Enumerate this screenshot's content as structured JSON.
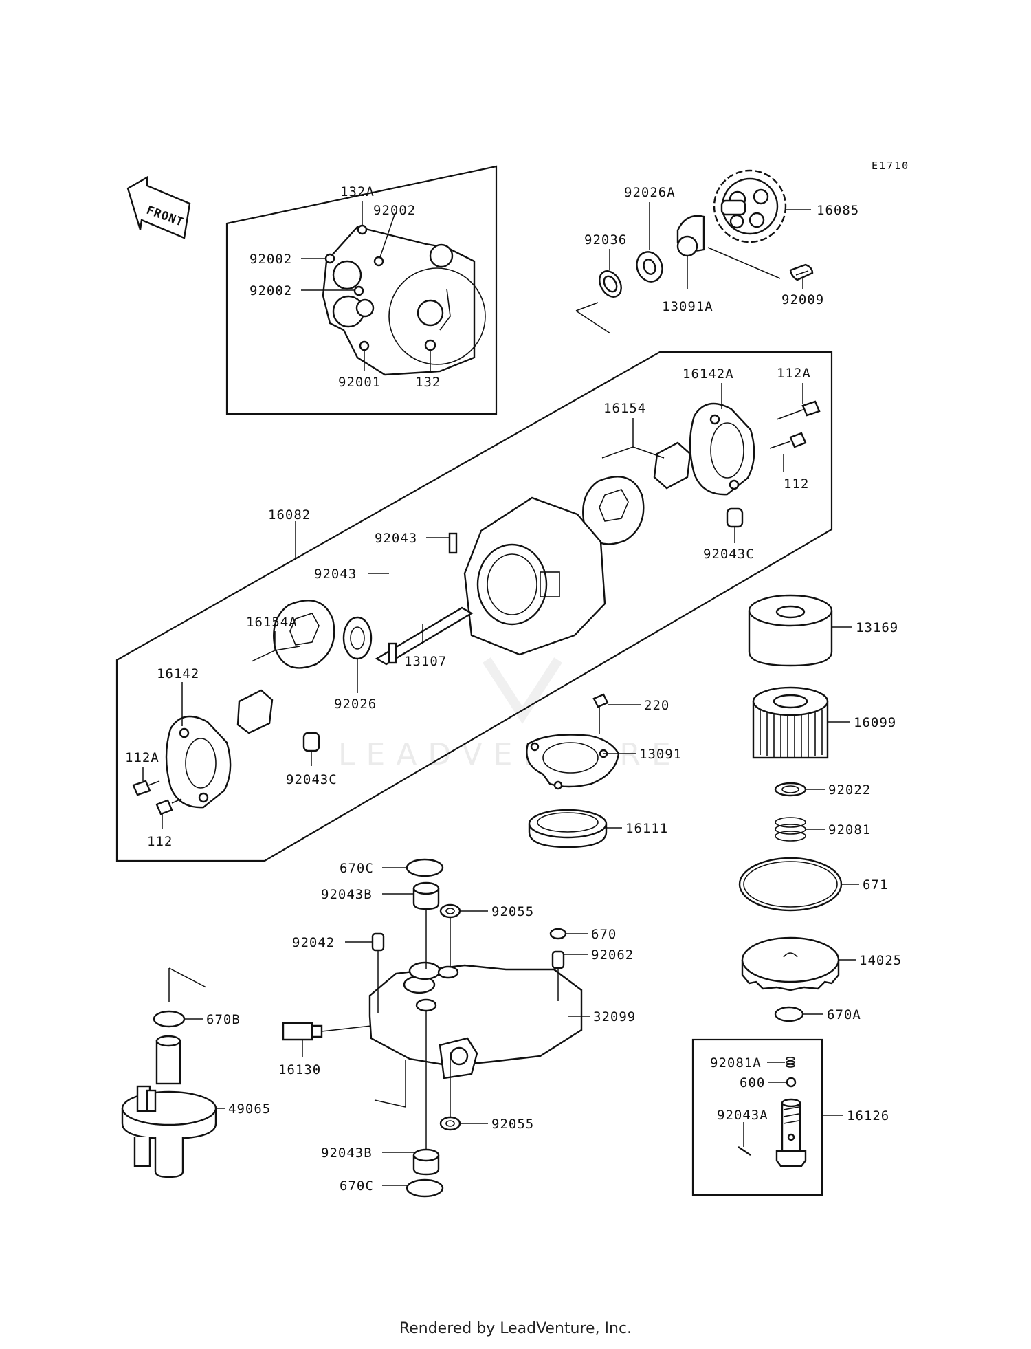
{
  "diagram_code": "E1710",
  "front_arrow_label": "FRONT",
  "watermark": "LEADVENTURE",
  "footer": "Rendered by LeadVenture, Inc.",
  "labels": {
    "p132A": "132A",
    "p92002a": "92002",
    "p92002b": "92002",
    "p92002c": "92002",
    "p92001": "92001",
    "p132": "132",
    "p92026A": "92026A",
    "p16085": "16085",
    "p92036": "92036",
    "p13091A": "13091A",
    "p92009": "92009",
    "p16142A": "16142A",
    "p112A_r": "112A",
    "p16154": "16154",
    "p112_r": "112",
    "p16082": "16082",
    "p92043C_r": "92043C",
    "p92043a": "92043",
    "p92043b": "92043",
    "p16154A": "16154A",
    "p13107": "13107",
    "p16142": "16142",
    "p92026": "92026",
    "p112A_l": "112A",
    "p92043C_l": "92043C",
    "p112_l": "112",
    "p13169": "13169",
    "p220": "220",
    "p16099": "16099",
    "p13091": "13091",
    "p92022": "92022",
    "p16111": "16111",
    "p92081": "92081",
    "p670C_t": "670C",
    "p671": "671",
    "p92043B_t": "92043B",
    "p92055_t": "92055",
    "p670": "670",
    "p92042": "92042",
    "p92062": "92062",
    "p14025": "14025",
    "p670B": "670B",
    "p32099": "32099",
    "p670A": "670A",
    "p16130": "16130",
    "p92081A": "92081A",
    "p600": "600",
    "p49065": "49065",
    "p92043A": "92043A",
    "p16126": "16126",
    "p92055_b": "92055",
    "p92043B_b": "92043B",
    "p670C_b": "670C"
  }
}
